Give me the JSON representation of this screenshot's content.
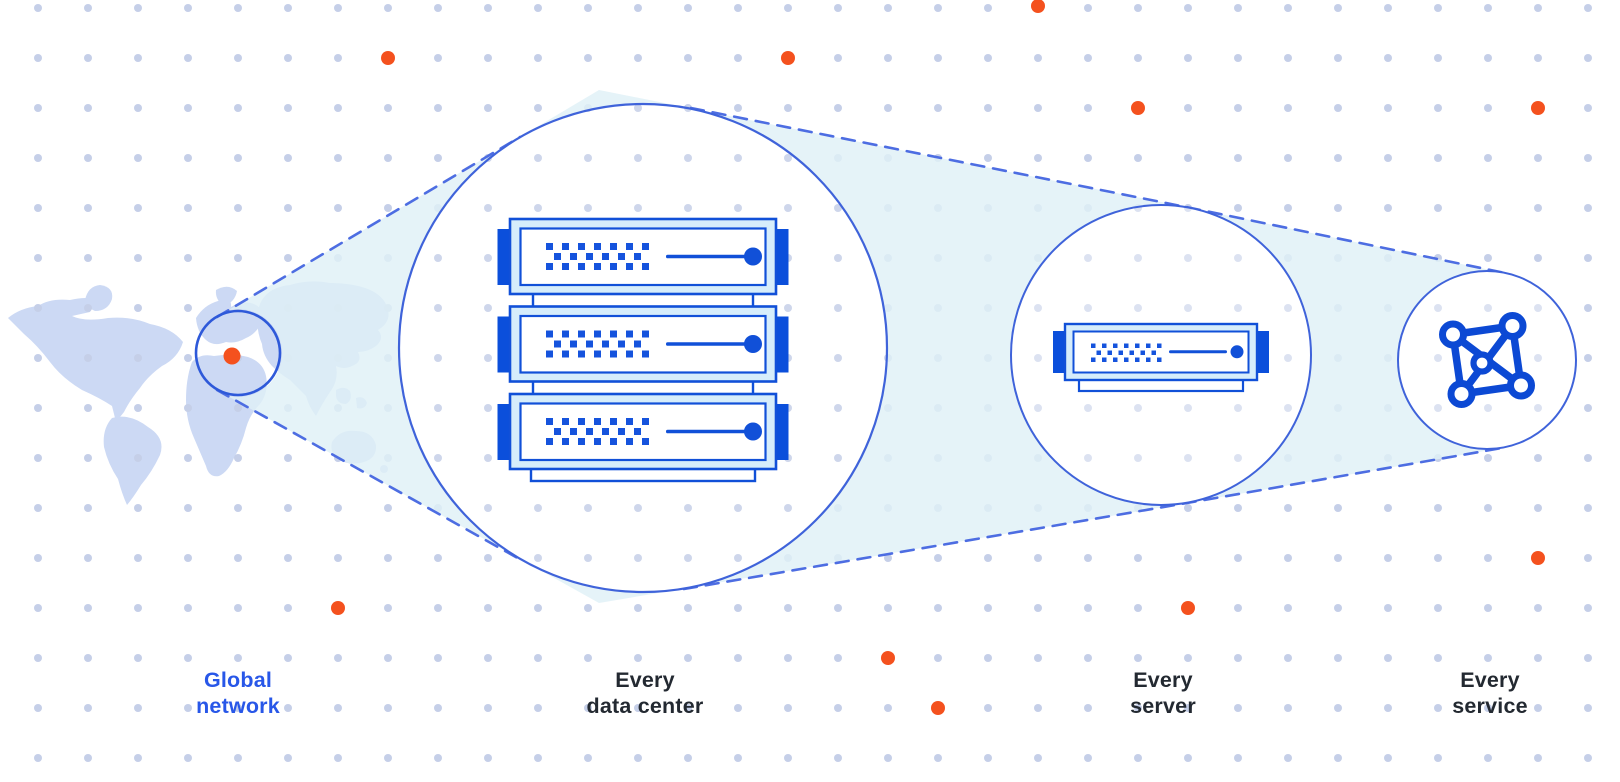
{
  "diagram": {
    "title_implied": "network zoom diagram",
    "stages": [
      {
        "key": "global-network",
        "line1": "Global",
        "line2": "network",
        "emphasис": "blue"
      },
      {
        "key": "every-data-center",
        "line1": "Every",
        "line2": "data center"
      },
      {
        "key": "every-server",
        "line1": "Every",
        "line2": "server"
      },
      {
        "key": "every-service",
        "line1": "Every",
        "line2": "service"
      }
    ],
    "icons": {
      "global_network": "world-map-with-highlight-circle",
      "every_data_center": "server-rack-three-units",
      "every_server": "single-server-unit",
      "every_service": "network-mesh-nodes"
    },
    "colors": {
      "accent_orange": "#f4511e",
      "diagram_blue": "#1150d8",
      "outline_blue": "#3f63da",
      "dashed_blue": "#4d6de2",
      "map_fill": "#ccd9f4",
      "cone_fill": "#dff0f7",
      "grid_dot": "#c5cfe8",
      "server_panel_fill": "#d6edfb",
      "label_blue": "#2857e8",
      "label_dark": "#232931"
    }
  }
}
